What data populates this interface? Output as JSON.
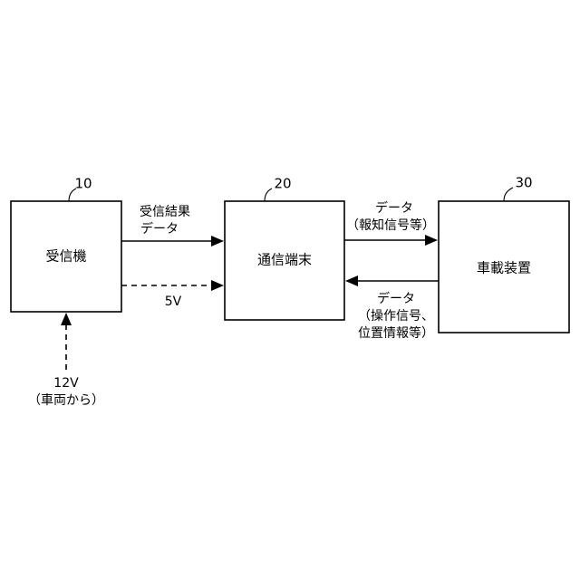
{
  "blocks": {
    "receiver": {
      "ref": "10",
      "label": "受信機"
    },
    "terminal": {
      "ref": "20",
      "label": "通信端末"
    },
    "vehicle_device": {
      "ref": "30",
      "label": "車載装置"
    }
  },
  "connections": {
    "result_data": [
      "受信結果",
      "データ"
    ],
    "power_5v": "5V",
    "power_12v": [
      "12V",
      "（車両から）"
    ],
    "notify_data": [
      "データ",
      "（報知信号等）"
    ],
    "operation_data": [
      "データ",
      "（操作信号、",
      "位置情報等）"
    ]
  }
}
